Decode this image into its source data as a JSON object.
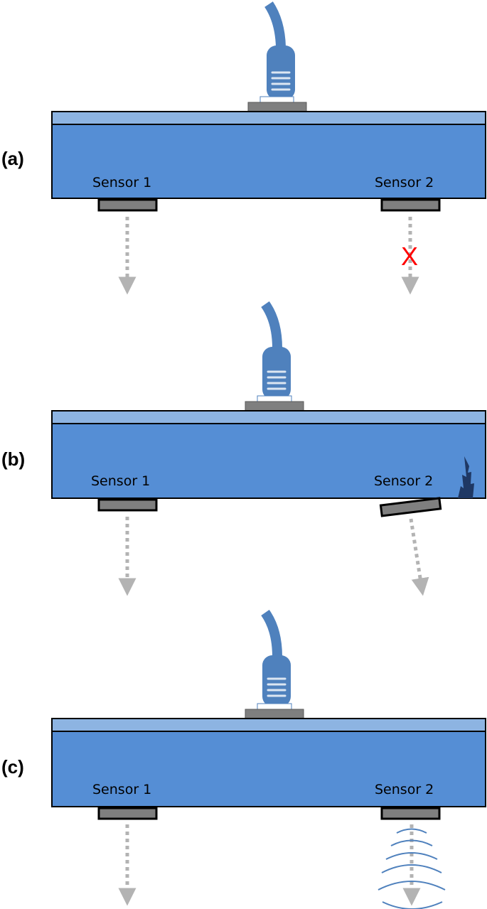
{
  "colors": {
    "plate_body": "#558ed5",
    "plate_top": "#8db4e2",
    "connector": "#4f81bd",
    "sensor": "#7f7f7f",
    "arrow": "#b3b3b3",
    "crack": "#1f3864",
    "wave": "#4f81bd",
    "fault_mark": "#ff0000"
  },
  "icons": {
    "cable": "cable-icon",
    "connector": "connector-icon",
    "crack": "crack-icon",
    "waves": "vibration-waves-icon"
  },
  "panels": [
    {
      "label": "(a)",
      "sensor_1": "Sensor 1",
      "sensor_2": "Sensor 2",
      "fault_mark": "X"
    },
    {
      "label": "(b)",
      "sensor_1": "Sensor 1",
      "sensor_2": "Sensor 2"
    },
    {
      "label": "(c)",
      "sensor_1": "Sensor 1",
      "sensor_2": "Sensor 2"
    }
  ]
}
